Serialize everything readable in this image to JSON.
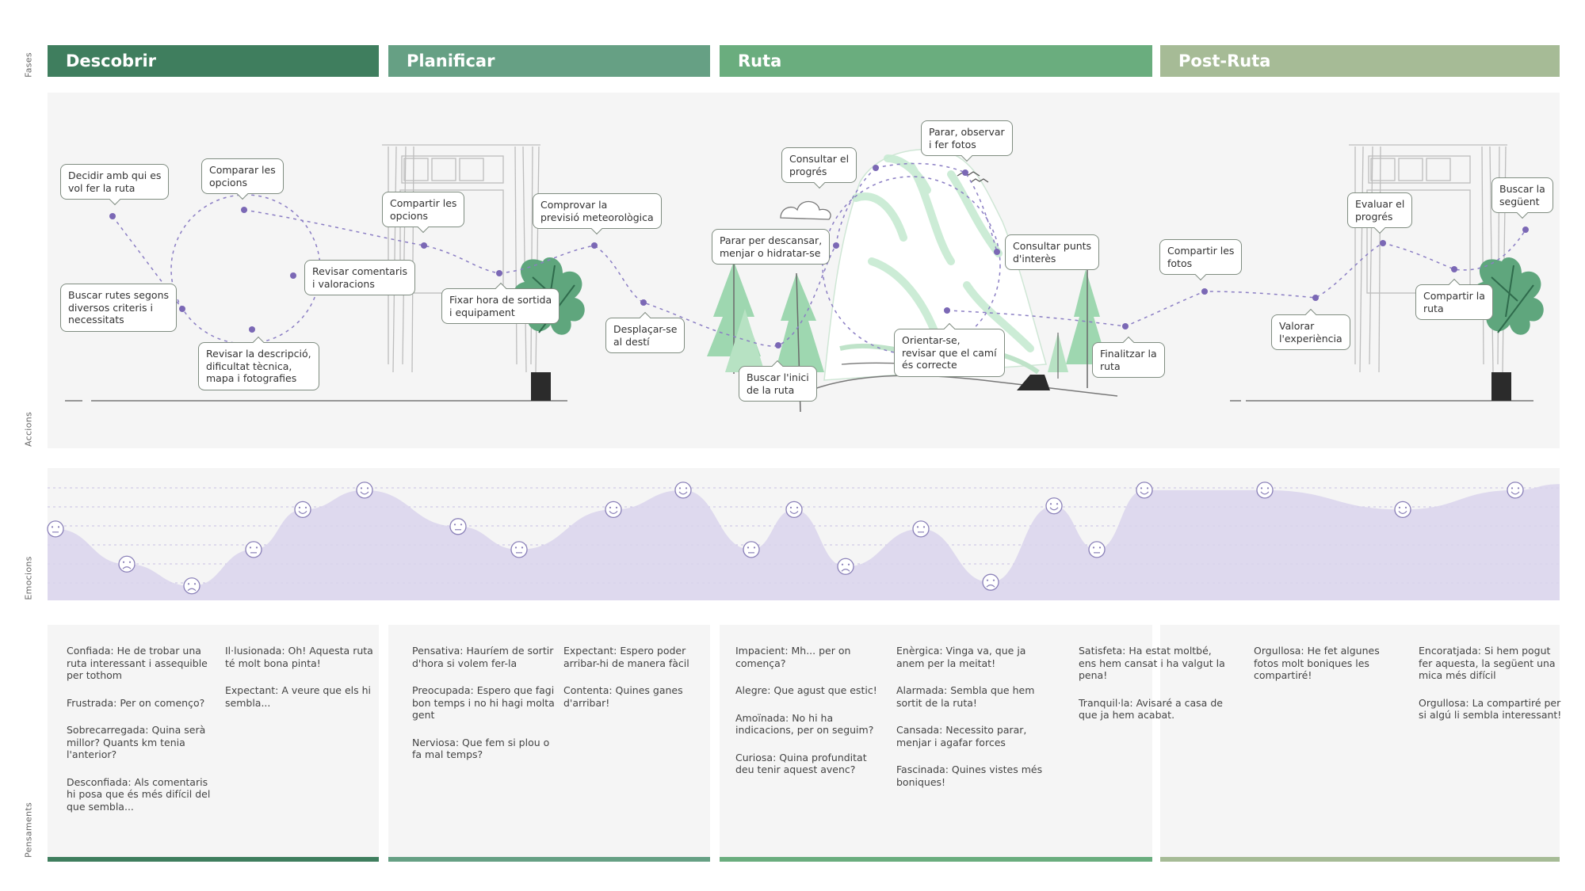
{
  "side_labels": {
    "fases": "Fases",
    "accions": "Accions",
    "emocions": "Emocions",
    "pensaments": "Pensaments"
  },
  "colors": {
    "descobrir": "#3f7e5e",
    "planificar": "#66a084",
    "ruta": "#6aad7e",
    "postruta": "#a6bb96",
    "curve_fill": "#d9d3ec",
    "dot": "#7b68b5"
  },
  "phases": [
    {
      "id": "descobrir",
      "label": "Descobrir"
    },
    {
      "id": "planificar",
      "label": "Planificar"
    },
    {
      "id": "ruta",
      "label": "Ruta"
    },
    {
      "id": "postruta",
      "label": "Post-Ruta"
    }
  ],
  "actions": [
    "Decidir amb qui es\nvol fer la ruta",
    "Comparar les\nopcions",
    "Buscar rutes segons\ndiversos criteris i\nnecessitats",
    "Revisar comentaris\ni valoracions",
    "Revisar la descripció,\ndificultat tècnica,\nmapa i fotografies",
    "Compartir les\nopcions",
    "Fixar hora de sortida\ni equipament",
    "Comprovar la\nprevisió meteorològica",
    "Desplaçar-se\nal destí",
    "Parar per descansar,\nmenjar o hidratar-se",
    "Consultar el\nprogrés",
    "Parar, observar\ni fer fotos",
    "Consultar punts\nd'interès",
    "Buscar l'inici\nde la ruta",
    "Orientar-se,\nrevisar que el camí\nés correcte",
    "Finalitzar la\nruta",
    "Compartir les\nfotos",
    "Valorar\nl'experiència",
    "Evaluar el\nprogrés",
    "Compartir la\nruta",
    "Buscar la\nsegüent"
  ],
  "emotion_levels": [
    0.55,
    0.26,
    0.08,
    0.38,
    0.71,
    0.87,
    0.57,
    0.38,
    0.71,
    0.87,
    0.38,
    0.71,
    0.24,
    0.55,
    0.11,
    0.74,
    0.38,
    0.87,
    0.87,
    0.71,
    0.87
  ],
  "thoughts": {
    "descobrir": [
      [
        "Confiada: He de trobar una\nruta interessant i assequible\nper tothom",
        "Frustrada: Per on començo?",
        "Sobrecarregada: Quina serà\nmillor? Quants km tenia\nl'anterior?",
        "Desconfiada: Als comentaris\nhi posa que és més difícil del\nque sembla..."
      ],
      [
        "Il·lusionada: Oh! Aquesta ruta\nté molt bona pinta!",
        "Expectant: A veure que els hi\nsembla..."
      ]
    ],
    "planificar": [
      [
        "Pensativa: Hauríem de sortir\nd'hora si volem fer-la",
        "Preocupada: Espero que fagi\nbon temps i no hi hagi molta\ngent",
        "Nerviosa: Que fem si plou o\nfa mal temps?"
      ],
      [
        "Expectant: Espero poder\narribar-hi de manera fàcil",
        "Contenta: Quines ganes\nd'arribar!"
      ]
    ],
    "ruta": [
      [
        "Impacient: Mh... per on\ncomença?",
        "Alegre: Que agust que estic!",
        "Amoïnada: No hi ha\nindicacions, per on seguim?",
        "Curiosa: Quina profunditat\ndeu tenir aquest avenc?"
      ],
      [
        "Enèrgica: Vinga va, que ja\nanem per la meitat!",
        "Alarmada: Sembla que hem\nsortit de la ruta!",
        "Cansada: Necessito parar,\nmenjar i agafar forces",
        "Fascinada: Quines vistes més\nboniques!"
      ],
      [
        "Satisfeta: Ha estat moltbé,\nens hem cansat i ha valgut la\npena!",
        "Tranquil·la: Avisaré a casa de\nque ja hem acabat."
      ]
    ],
    "postruta": [
      [
        "Orgullosa: He fet algunes\nfotos molt boniques les\ncompartiré!"
      ],
      [
        "Encoratjada: Si hem pogut\nfer aquesta, la següent una\nmica més difícil",
        "Orgullosa: La compartiré per\nsi algú li sembla interessant!"
      ]
    ]
  }
}
